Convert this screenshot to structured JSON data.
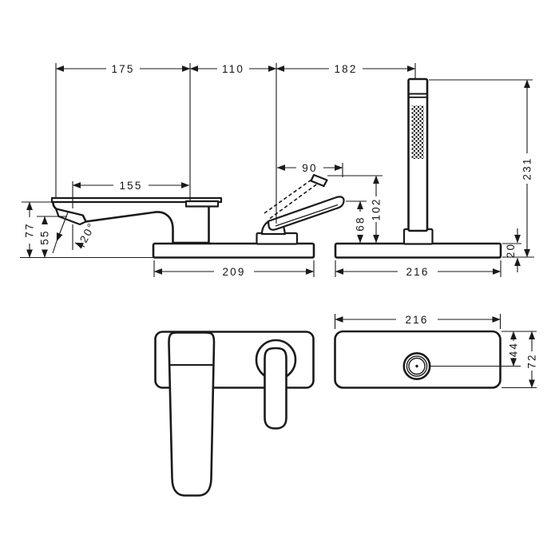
{
  "colors": {
    "background": "#ffffff",
    "line": "#1a1a1a"
  },
  "views": {
    "plan_spacing": {
      "spout_to_lever": "175",
      "lever_to_handshower_plate": "110",
      "plate_to_handshower": "182"
    },
    "spout_side": {
      "projection": "155",
      "height_above_rim": "77",
      "outlet_height": "55",
      "spray_angle": "20°",
      "escutcheon_width": "209"
    },
    "lever_side": {
      "lever_reach": "90",
      "raised_height": "102",
      "rest_height": "68"
    },
    "handshower_side": {
      "overall_height": "231",
      "escutcheon_width": "216",
      "escutcheon_thickness": "20"
    },
    "front_plate": {
      "width": "216",
      "outlet_offset": "44",
      "height": "72"
    }
  }
}
